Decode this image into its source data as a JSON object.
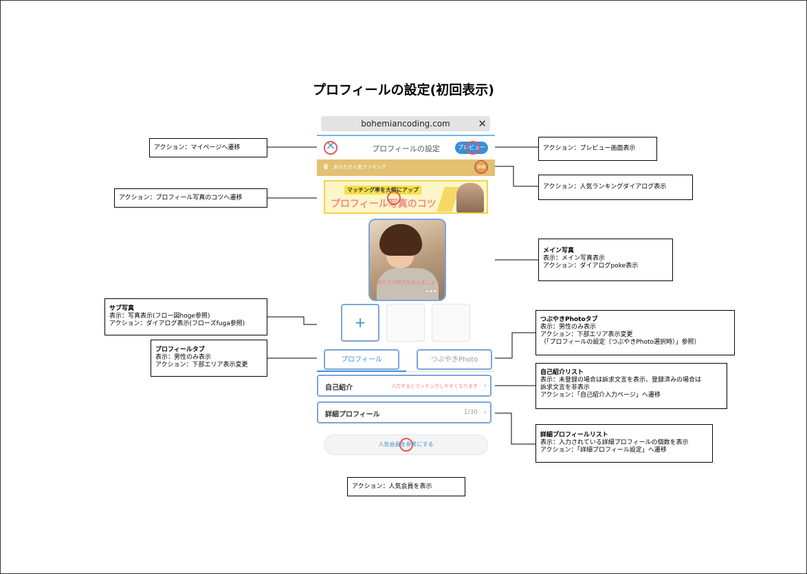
{
  "title": "プロフィールの設定(初回表示)",
  "phone": {
    "url": "bohemiancoding.com",
    "nav_title": "プロフィールの設定",
    "preview_label": "プレビュー",
    "ranking_label": "あなたの人気ランキング",
    "ranking_button": "詳細",
    "banner_tag": "マッチング率を大幅にアップ",
    "banner_main": "プロフィール写真のコツ",
    "photo_caption": "あなたの魅力を伝えましょう",
    "sub_add": "+",
    "tab_profile": "プロフィール",
    "tab_tsubuyaki": "つぶやきPhoto",
    "intro_label": "自己紹介",
    "intro_hint": "入力するとマッチングしやすくなります",
    "detail_label": "詳細プロフィール",
    "detail_count": "1/30",
    "popular_button": "人気会員を参考にする"
  },
  "notes": {
    "mypage": "アクション：マイページへ遷移",
    "preview": "アクション：プレビュー画面表示",
    "ranking": "アクション：人気ランキングダイアログ表示",
    "photo_tips": "アクション：プロフィール写真のコツへ遷移",
    "main_photo": {
      "title": "メイン写真",
      "lines": [
        "表示：メイン写真表示",
        "アクション：ダイアログpoke表示"
      ]
    },
    "sub_photo": {
      "title": "サブ写真",
      "lines": [
        "表示：写真表示(フロー図hoge参照)",
        "アクション：ダイアログ表示(フローズfuga参照)"
      ]
    },
    "tsubuyaki_tab": {
      "title": "つぶやきPhotoタブ",
      "lines": [
        "表示：男性のみ表示",
        "アクション：下部エリア表示変更",
        "（「プロフィールの設定（つぶやきPhoto選択時）」参照）"
      ]
    },
    "profile_tab": {
      "title": "プロフィールタブ",
      "lines": [
        "表示：男性のみ表示",
        "アクション：下部エリア表示変更"
      ]
    },
    "intro_list": {
      "title": "自己紹介リスト",
      "lines": [
        "表示：未登録の場合は訴求文言を表示、登録済みの場合は",
        "訴求文言を非表示",
        "アクション：「自己紹介入力ページ」へ遷移"
      ]
    },
    "detail_list": {
      "title": "詳細プロフィールリスト",
      "lines": [
        "表示：入力されている詳細プロフィールの個数を表示",
        "アクション：「詳細プロフィール設定」へ遷移"
      ]
    },
    "popular": "アクション：人気会員を表示"
  },
  "colors": {
    "accent": "#3a8fd6",
    "marker": "#e05a5a",
    "highlight_border": "#7ba4d6",
    "ranking_bar": "#e2c172"
  }
}
